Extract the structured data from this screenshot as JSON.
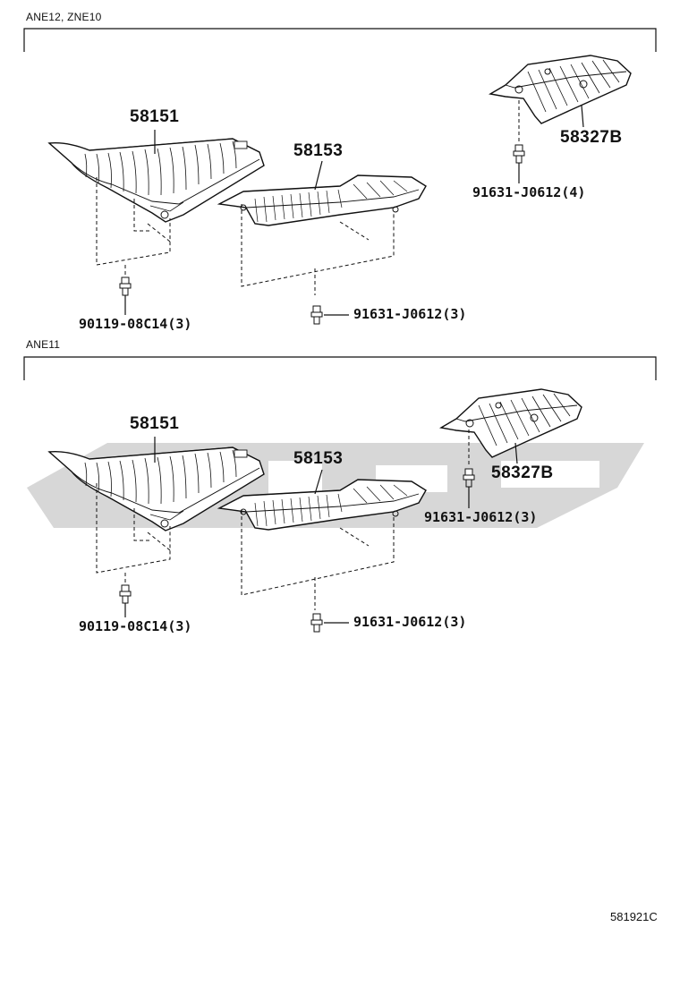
{
  "sections": [
    {
      "label": "ANE12, ZNE10",
      "parts": {
        "p1": "58151",
        "p2": "58153",
        "p3": "58327B",
        "bolt_a": "90119-08C14(3)",
        "bolt_b": "91631-J0612(3)",
        "bolt_c": "91631-J0612(4)"
      }
    },
    {
      "label": "ANE11",
      "parts": {
        "p1": "58151",
        "p2": "58153",
        "p3": "58327B",
        "bolt_a": "90119-08C14(3)",
        "bolt_b": "91631-J0612(3)",
        "bolt_c": "91631-J0612(3)"
      }
    }
  ],
  "diagram_id": "581921C",
  "colors": {
    "line": "#111111",
    "watermark": "#d3d3d3",
    "background": "#ffffff"
  }
}
